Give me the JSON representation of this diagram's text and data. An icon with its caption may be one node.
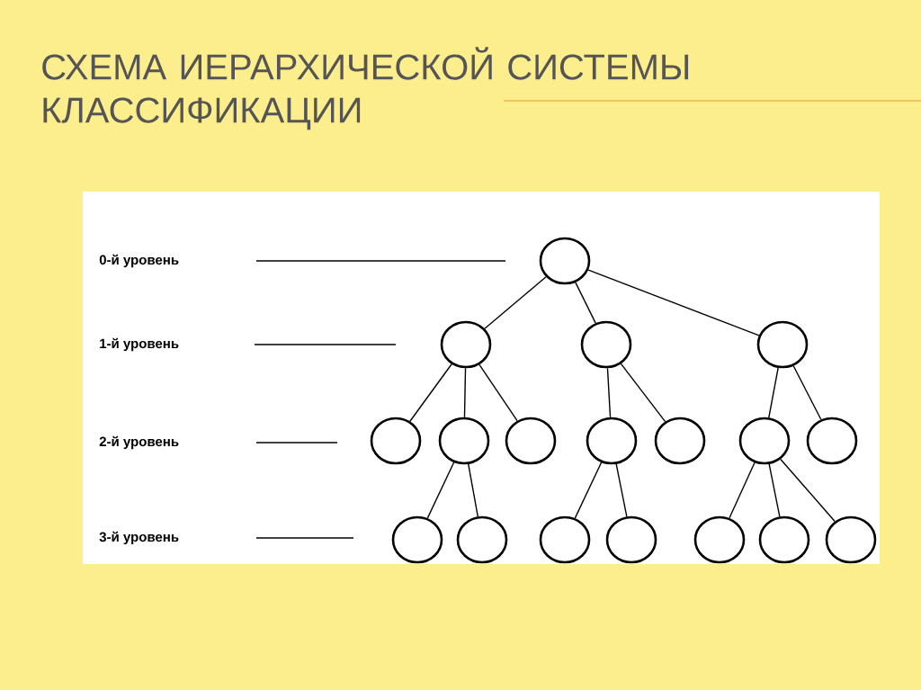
{
  "diagram": {
    "title": "СХЕМА ИЕРАРХИЧЕСКОЙ СИСТЕМЫ КЛАССИФИКАЦИИ",
    "nodes": [
      {
        "text": [],
        "shape": "circle"
      },
      {
        "text": [],
        "shape": "circle"
      },
      {
        "text": [],
        "shape": "circle"
      },
      {
        "text": [],
        "shape": "circle"
      },
      {
        "text": [],
        "shape": "circle"
      },
      {
        "text": [],
        "shape": "circle"
      },
      {
        "text": [],
        "shape": "circle"
      },
      {
        "text": [],
        "shape": "circle"
      },
      {
        "text": [],
        "shape": "circle"
      },
      {
        "text": [],
        "shape": "circle"
      },
      {
        "text": [],
        "shape": "circle"
      },
      {
        "text": [],
        "shape": "circle"
      },
      {
        "text": [],
        "shape": "circle"
      },
      {
        "text": [],
        "shape": "circle"
      },
      {
        "text": [],
        "shape": "circle"
      },
      {
        "text": [],
        "shape": "circle"
      },
      {
        "text": [],
        "shape": "circle"
      },
      {
        "text": [],
        "shape": "circle"
      }
    ],
    "edges": [
      {
        "from": 0,
        "to": 1,
        "arrow": "none"
      },
      {
        "from": 0,
        "to": 2,
        "arrow": "none"
      },
      {
        "from": 0,
        "to": 3,
        "arrow": "none"
      },
      {
        "from": 1,
        "to": 4,
        "arrow": "none"
      },
      {
        "from": 1,
        "to": 5,
        "arrow": "none"
      },
      {
        "from": 1,
        "to": 6,
        "arrow": "none"
      },
      {
        "from": 2,
        "to": 7,
        "arrow": "none"
      },
      {
        "from": 2,
        "to": 8,
        "arrow": "none"
      },
      {
        "from": 3,
        "to": 9,
        "arrow": "none"
      },
      {
        "from": 3,
        "to": 10,
        "arrow": "none"
      },
      {
        "from": 5,
        "to": 11,
        "arrow": "none"
      },
      {
        "from": 5,
        "to": 12,
        "arrow": "none"
      },
      {
        "from": 7,
        "to": 13,
        "arrow": "none"
      },
      {
        "from": 7,
        "to": 14,
        "arrow": "none"
      },
      {
        "from": 9,
        "to": 15,
        "arrow": "none"
      },
      {
        "from": 9,
        "to": 16,
        "arrow": "none"
      },
      {
        "from": 9,
        "to": 17,
        "arrow": "none"
      }
    ],
    "labels": [
      "0-й уровень",
      "1-й уровень",
      "2-й уровень",
      "3-й уровень"
    ]
  }
}
